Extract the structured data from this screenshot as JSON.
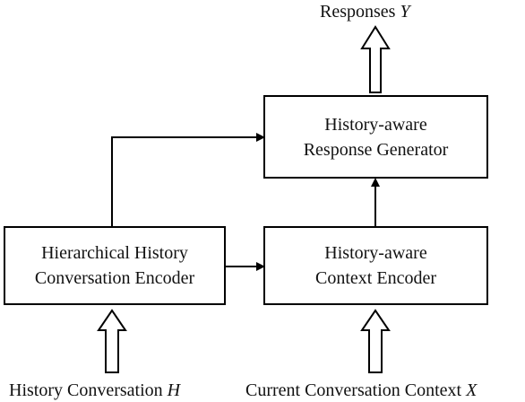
{
  "nodes": {
    "hierarchical_encoder": {
      "line1": "Hierarchical History",
      "line2": "Conversation Encoder"
    },
    "context_encoder": {
      "line1": "History-aware",
      "line2": "Context Encoder"
    },
    "response_generator": {
      "line1": "History-aware",
      "line2": "Response Generator"
    }
  },
  "labels": {
    "responses": {
      "text": "Responses",
      "var": "Y"
    },
    "history_input": {
      "text": "History Conversation",
      "var": "H"
    },
    "context_input": {
      "text": "Current Conversation Context",
      "var": "X"
    }
  },
  "colors": {
    "stroke": "#000000",
    "fill": "#ffffff"
  }
}
